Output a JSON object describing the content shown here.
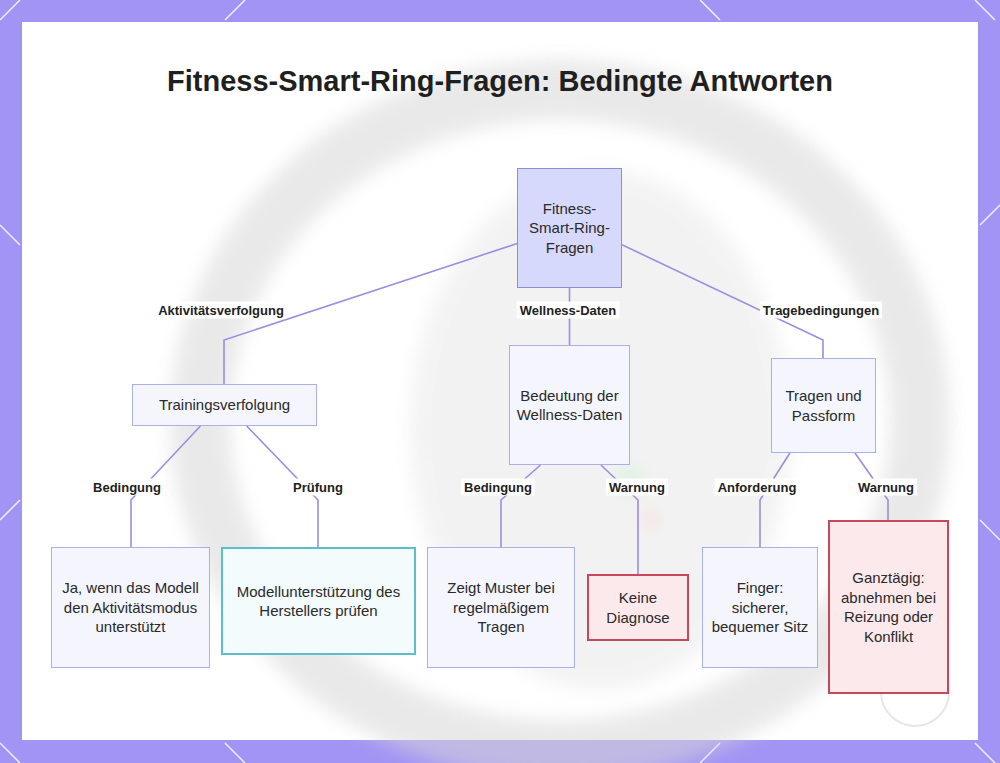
{
  "diagram": {
    "title": "Fitness-Smart-Ring-Fragen: Bedingte Antworten",
    "nodes": [
      {
        "text": [
          "Fitness-Smart-Ring-Fragen"
        ]
      },
      {
        "text": [
          "Trainingsverfolgung"
        ]
      },
      {
        "text": [
          "Bedeutung der Wellness-Daten"
        ]
      },
      {
        "text": [
          "Tragen und Passform"
        ]
      },
      {
        "text": [
          "Ja, wenn das Modell den Aktivitätsmodus unterstützt"
        ]
      },
      {
        "text": [
          "Modellunterstützung des Herstellers prüfen"
        ]
      },
      {
        "text": [
          "Zeigt Muster bei regelmäßigem Tragen"
        ]
      },
      {
        "text": [
          "Keine Diagnose"
        ]
      },
      {
        "text": [
          "Finger: sicherer, bequemer Sitz"
        ]
      },
      {
        "text": [
          "Ganztägig: abnehmen bei Reizung oder Konflikt"
        ]
      }
    ],
    "edges": [
      {
        "from": 0,
        "to": 1,
        "label": "Aktivitätsverfolgung",
        "arrow": "none"
      },
      {
        "from": 0,
        "to": 2,
        "label": "Wellness-Daten",
        "arrow": "none"
      },
      {
        "from": 0,
        "to": 3,
        "label": "Tragebedingungen",
        "arrow": "none"
      },
      {
        "from": 1,
        "to": 4,
        "label": "Bedingung",
        "arrow": "none"
      },
      {
        "from": 1,
        "to": 5,
        "label": "Prüfung",
        "arrow": "none"
      },
      {
        "from": 2,
        "to": 6,
        "label": "Bedingung",
        "arrow": "none"
      },
      {
        "from": 2,
        "to": 7,
        "label": "Warnung",
        "arrow": "none"
      },
      {
        "from": 3,
        "to": 8,
        "label": "Anforderung",
        "arrow": "none"
      },
      {
        "from": 3,
        "to": 9,
        "label": "Warnung",
        "arrow": "none"
      }
    ]
  }
}
